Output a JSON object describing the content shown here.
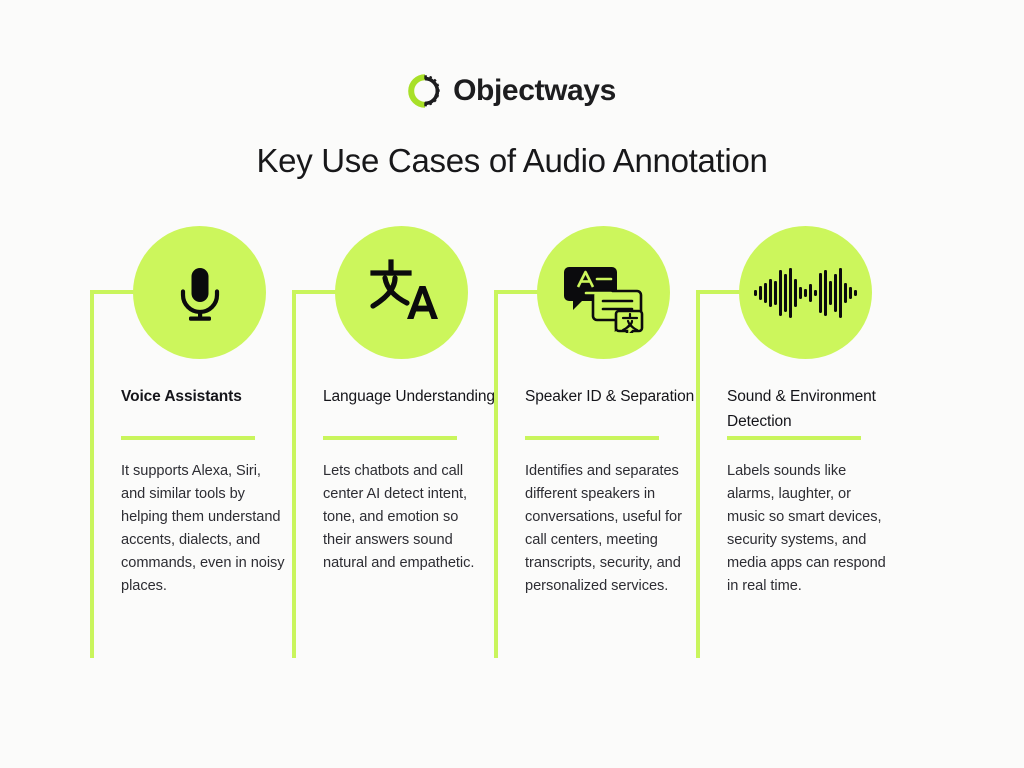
{
  "brand": {
    "name": "Objectways",
    "logo_icon": "objectways-gear-ring-logo",
    "logo_green": "#a8e028",
    "logo_dark": "#1d1d1f"
  },
  "title": "Key Use Cases of Audio Annotation",
  "theme": {
    "background": "#fbfbfa",
    "accent_green": "#ccf65c",
    "rule_green": "#c9f55c",
    "text_dark": "#18181a",
    "body_text": "#2d2d33"
  },
  "columns": [
    {
      "icon": "microphone-icon",
      "heading": "Voice Assistants",
      "heading_bold": true,
      "body": "It supports Alexa, Siri, and similar tools by helping them understand accents, dialects, and commands, even in noisy places."
    },
    {
      "icon": "translate-language-icon",
      "heading": "Language Understanding",
      "heading_bold": false,
      "body": "Lets chatbots and call center AI detect intent, tone, and emotion so their answers sound natural and empathetic."
    },
    {
      "icon": "speech-bubbles-translate-icon",
      "heading": "Speaker ID & Separation",
      "heading_bold": false,
      "body": "Identifies and separates different speakers in conversations, useful for call centers, meeting transcripts, security, and personalized services."
    },
    {
      "icon": "audio-waveform-icon",
      "heading": "Sound & Environment Detection",
      "heading_bold": false,
      "body": "Labels sounds like alarms, laughter, or music so smart devices, security systems, and media apps can respond in real time."
    }
  ]
}
